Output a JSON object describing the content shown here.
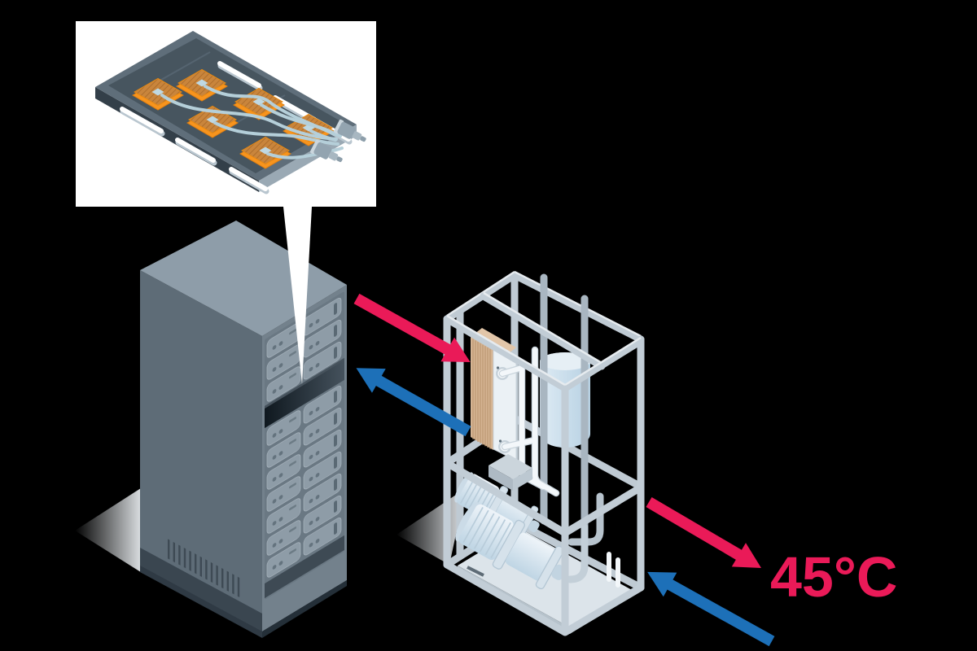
{
  "diagram": {
    "temperature_label": "45°C",
    "colors": {
      "background": "#000000",
      "hot_loop": "#EA1A58",
      "cold_loop": "#1D70B8",
      "chip_orange": "#F7941E",
      "coolant_tube": "#B5CFD9",
      "inset_panel": "#FFFFFF",
      "rack_top": "#8E9DA9",
      "rack_side": "#5E6C77",
      "rack_front": "#73818C",
      "cdu_frame": "#C2CDD6",
      "heat_exchanger_tan": "#D5B493"
    },
    "components": {
      "inset_detail": "server-board-cold-plates",
      "rack": "server-rack",
      "cdu": "coolant-distribution-unit",
      "heat_exchanger": "plate-heat-exchanger",
      "tank": "expansion-tank",
      "pumps": "coolant-pumps",
      "hot_flow": "hot-coolant-flow",
      "cold_flow": "cold-coolant-flow"
    }
  }
}
